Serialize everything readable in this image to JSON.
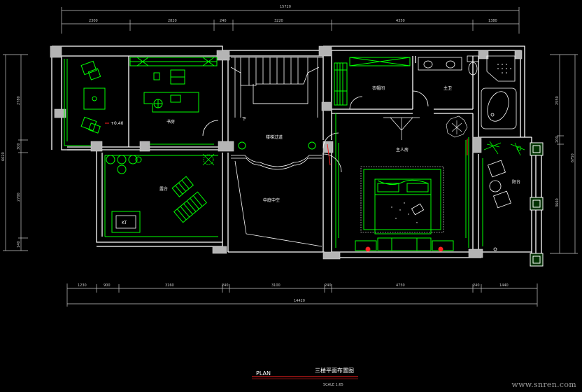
{
  "dimensions": {
    "top_total": "15720",
    "top_segments": [
      "2300",
      "2820",
      "240",
      "3220",
      "4350",
      "1380"
    ],
    "bottom_total": "14420",
    "bottom_segments": [
      "1230",
      "900",
      "3160",
      "240",
      "3100",
      "240",
      "4750",
      "240",
      "1440"
    ],
    "left_total": "6620",
    "left_segments": [
      "2780",
      "300",
      "2700",
      "140"
    ],
    "right_total": "6750",
    "right_segments": [
      "2550",
      "200",
      "3660"
    ]
  },
  "rooms": {
    "study_extra": "+0.40",
    "study": "书房",
    "stair_landing": "楼梯过道",
    "walkin_closet": "衣帽间",
    "bath": "主卫",
    "master_bedroom": "主人房",
    "balcony": "阳台",
    "terrace": "露台",
    "void": "中庭中空",
    "down": "下"
  },
  "tags": {
    "kt": "KT"
  },
  "title_block": {
    "plan": "PLAN",
    "name": "三楼平面布置图",
    "scale": "SCALE 1:65"
  },
  "watermark": "www.snren.com"
}
